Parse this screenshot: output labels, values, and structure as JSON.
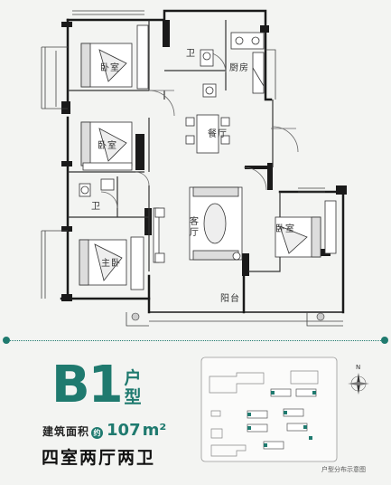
{
  "rooms": {
    "bedroom_top": "卧室",
    "bath_top": "卫",
    "kitchen": "厨房",
    "bedroom_mid": "卧室",
    "dining": "餐厅",
    "bath_left": "卫",
    "living": "客厅",
    "bedroom_right": "卧室",
    "master": "主卧",
    "balcony": "阳台"
  },
  "unit": {
    "code": "B1",
    "suffix": "户型",
    "area_label": "建筑面积",
    "approx": "约",
    "area_value": "107",
    "area_unit": "m²",
    "layout": "四室两厅两卫"
  },
  "site_map": {
    "caption": "户型分布示意图",
    "compass": "N"
  },
  "colors": {
    "accent": "#1f7a6f",
    "wall": "#1a1a1a",
    "highlight": "#1f7a6f"
  }
}
